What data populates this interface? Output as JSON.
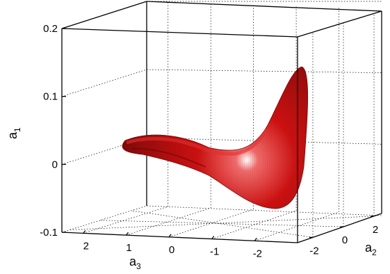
{
  "chart_data": {
    "type": "surface",
    "title": "",
    "xlabel": "a",
    "xlabel_sub": "3",
    "ylabel": "a",
    "ylabel_sub": "2",
    "zlabel": "a",
    "zlabel_sub": "1",
    "xlim": [
      -3,
      2.5
    ],
    "ylim": [
      -3,
      2.5
    ],
    "zlim": [
      -0.1,
      0.2
    ],
    "xticks": [
      2,
      1,
      0,
      -1,
      -2
    ],
    "xtick_labels": [
      "2",
      "1",
      "0",
      "-1",
      "-2"
    ],
    "yticks": [
      -2,
      0,
      2
    ],
    "ytick_labels": [
      "-2",
      "0",
      "2"
    ],
    "zticks": [
      -0.1,
      0,
      0.1,
      0.2
    ],
    "ztick_labels": [
      "-0.1",
      "0",
      "0.1",
      "0.2"
    ],
    "grid": true,
    "surface_color": "#cc1111",
    "box_color": "#000000"
  }
}
